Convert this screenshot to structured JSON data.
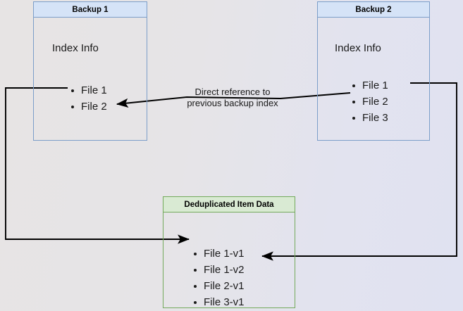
{
  "diagram": {
    "title_hidden": "",
    "backup1": {
      "title": "Backup 1",
      "index_label": "Index Info",
      "files": [
        "File 1",
        "File 2"
      ]
    },
    "backup2": {
      "title": "Backup 2",
      "index_label": "Index Info",
      "files": [
        "File 1",
        "File 2",
        "File 3"
      ]
    },
    "dedup": {
      "title": "Deduplicated Item Data",
      "files": [
        "File 1-v1",
        "File 1-v2",
        "File 2-v1",
        "File 3-v1"
      ]
    },
    "center_annotation": {
      "line1": "Direct reference to",
      "line2": "previous backup index"
    },
    "colors": {
      "blue_header_fill": "#d5e3f7",
      "blue_border": "#7c9ec9",
      "green_header_fill": "#d9ead3",
      "green_border": "#73a95b",
      "edge": "#000000",
      "background_left": "#e7e4e4",
      "background_right": "#e0e2f1",
      "text": "#1a1a1a"
    }
  }
}
